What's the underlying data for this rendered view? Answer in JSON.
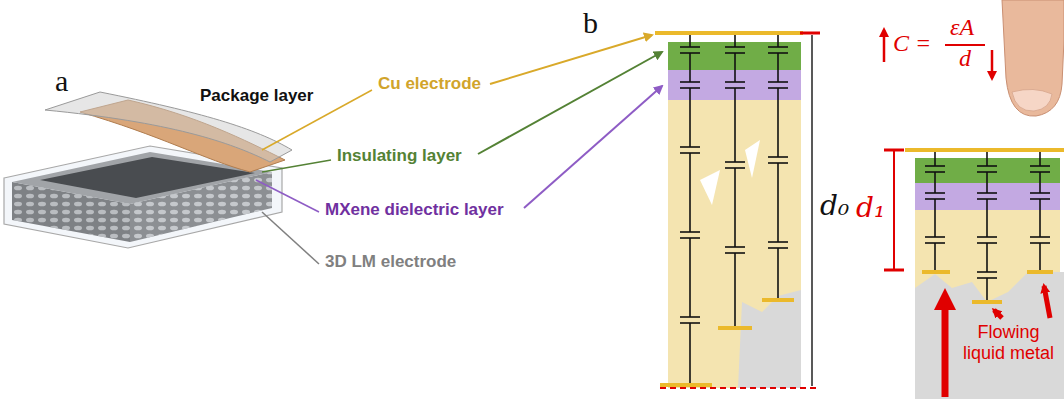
{
  "diagram": {
    "labels": [
      "a",
      "b",
      "Package layer",
      "Cu electrode",
      "Insulating layer",
      "MXene dielectric layer",
      "3D LM electrode",
      "d₀",
      "C =",
      "εA",
      "d",
      "d₁",
      "Flowing liquid metal"
    ]
  }
}
